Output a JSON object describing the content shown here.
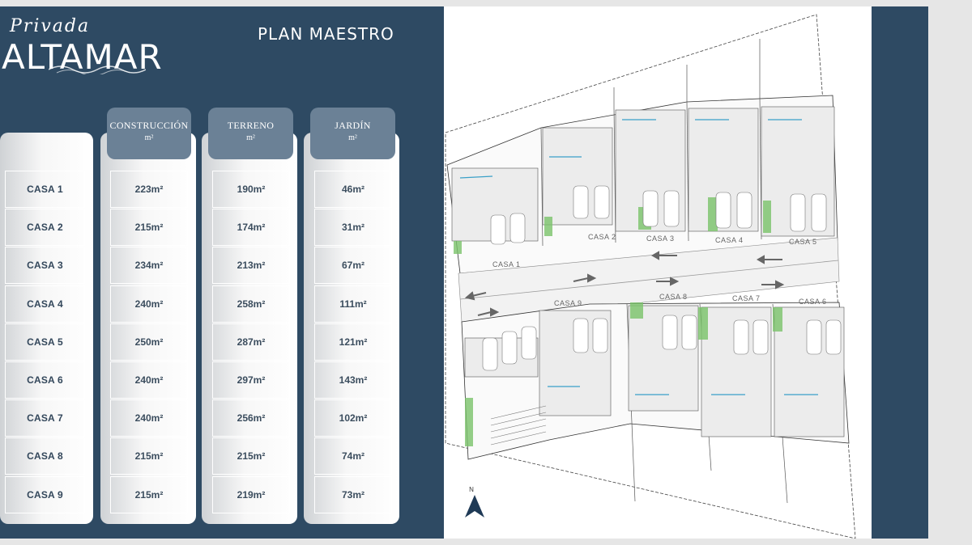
{
  "brand": {
    "script": "Privada",
    "name": "ALTAMAR"
  },
  "page_title": "PLAN MAESTRO",
  "table": {
    "headers": [
      {
        "title": "CONSTRUCCIÓN",
        "unit": "m²"
      },
      {
        "title": "TERRENO",
        "unit": "m²"
      },
      {
        "title": "JARDÍN",
        "unit": "m²"
      }
    ],
    "rows": [
      {
        "casa": "CASA 1",
        "construccion": "223m²",
        "terreno": "190m²",
        "jardin": "46m²"
      },
      {
        "casa": "CASA 2",
        "construccion": "215m²",
        "terreno": "174m²",
        "jardin": "31m²"
      },
      {
        "casa": "CASA 3",
        "construccion": "234m²",
        "terreno": "213m²",
        "jardin": "67m²"
      },
      {
        "casa": "CASA 4",
        "construccion": "240m²",
        "terreno": "258m²",
        "jardin": "111m²"
      },
      {
        "casa": "CASA 5",
        "construccion": "250m²",
        "terreno": "287m²",
        "jardin": "121m²"
      },
      {
        "casa": "CASA 6",
        "construccion": "240m²",
        "terreno": "297m²",
        "jardin": "143m²"
      },
      {
        "casa": "CASA 7",
        "construccion": "240m²",
        "terreno": "256m²",
        "jardin": "102m²"
      },
      {
        "casa": "CASA 8",
        "construccion": "215m²",
        "terreno": "215m²",
        "jardin": "74m²"
      },
      {
        "casa": "CASA 9",
        "construccion": "215m²",
        "terreno": "219m²",
        "jardin": "73m²"
      }
    ]
  },
  "plan": {
    "lot_labels": [
      "CASA 1",
      "CASA 2",
      "CASA 3",
      "CASA 4",
      "CASA 5",
      "CASA 6",
      "CASA 7",
      "CASA 8",
      "CASA 9"
    ],
    "north_label": "N"
  },
  "colors": {
    "panel": "#2e4a63",
    "header": "#6b8196",
    "garden": "#7ac36a",
    "accent": "#3aa0c8"
  }
}
